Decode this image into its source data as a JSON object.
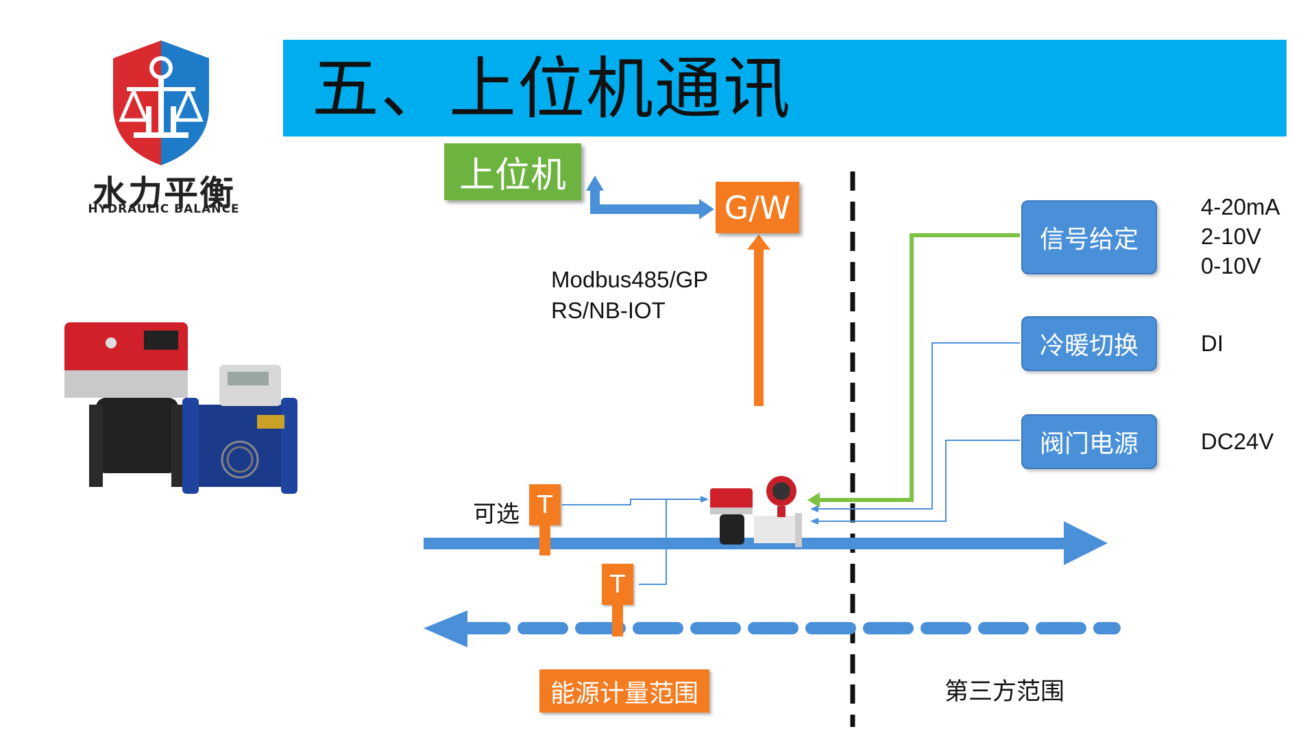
{
  "title": "五、上位机通讯",
  "logo": {
    "name_cn": "水力平衡",
    "name_en": "HYDRAULIC BALANCE"
  },
  "diagram": {
    "host_label": "上位机",
    "gateway_label": "G/W",
    "protocol_line1": "Modbus485/GP",
    "protocol_line2": "RS/NB-IOT",
    "inputs": [
      {
        "label": "信号给定",
        "specs": [
          "4-20mA",
          "2-10V",
          "0-10V"
        ]
      },
      {
        "label": "冷暖切换",
        "specs": [
          "DI"
        ]
      },
      {
        "label": "阀门电源",
        "specs": [
          "DC24V"
        ]
      }
    ],
    "sensor_label": "T",
    "optional_label": "可选",
    "energy_scope_label": "能源计量范围",
    "third_party_label": "第三方范围"
  },
  "colors": {
    "title_bar": "#00AEEF",
    "host_green": "#6DB33F",
    "gateway_orange": "#F47B20",
    "input_box_blue": "#4A90D9",
    "pipe_blue": "#4A90D9",
    "signal_green": "#7DC242"
  }
}
